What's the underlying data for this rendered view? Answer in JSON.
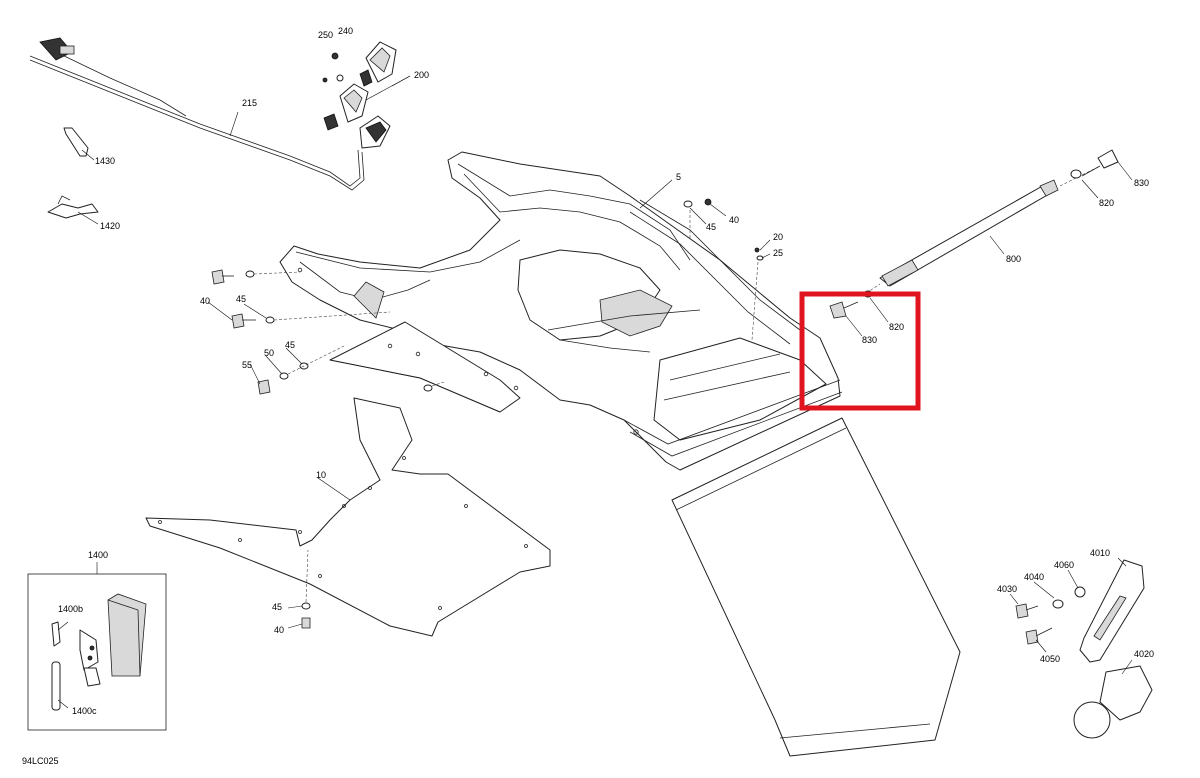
{
  "diagram_code": "94LC025",
  "highlight_color": "#e0141e",
  "labels": {
    "l5": "5",
    "l10": "10",
    "l20": "20",
    "l25": "25",
    "l40a": "40",
    "l40b": "40",
    "l40c": "40",
    "l45a": "45",
    "l45b": "45",
    "l45c": "45",
    "l45d": "45",
    "l50": "50",
    "l55": "55",
    "l200": "200",
    "l215": "215",
    "l240": "240",
    "l250": "250",
    "l800": "800",
    "l820a": "820",
    "l820b": "820",
    "l830a": "830",
    "l830b": "830",
    "l1400": "1400",
    "l1400b": "1400b",
    "l1400c": "1400c",
    "l1420": "1420",
    "l1430": "1430",
    "l4010": "4010",
    "l4020": "4020",
    "l4030": "4030",
    "l4040": "4040",
    "l4050": "4050",
    "l4060": "4060"
  }
}
